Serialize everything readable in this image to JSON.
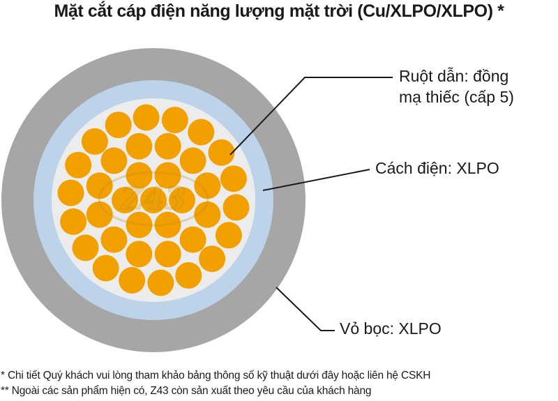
{
  "title": "Mặt cắt cáp điện năng lượng mặt trời (Cu/XLPO/XLPO) *",
  "labels": {
    "conductor_line1": "Ruột dẫn: đồng",
    "conductor_line2": "mạ thiếc (cấp 5)",
    "insulation": "Cách điện: XLPO",
    "sheath": "Vỏ bọc: XLPO"
  },
  "watermark": "Z43",
  "footnotes": [
    "* Chi tiết Quý khách vui lòng tham khảo bảng thông số kỹ thuật dưới đây hoặc liên hệ CSKH",
    "** Ngoài các sản phẩm hiện có, Z43 còn sản xuất theo yêu cầu của khách hàng"
  ],
  "colors": {
    "sheath": "#a6a6a6",
    "insulation": "#bcd3ea",
    "filler": "#ececec",
    "strand": "#f2a000",
    "leader": "#1a1a1a"
  },
  "layers": [
    "sheath",
    "insulation",
    "filler",
    "conductor"
  ],
  "conductor_strands": 37
}
